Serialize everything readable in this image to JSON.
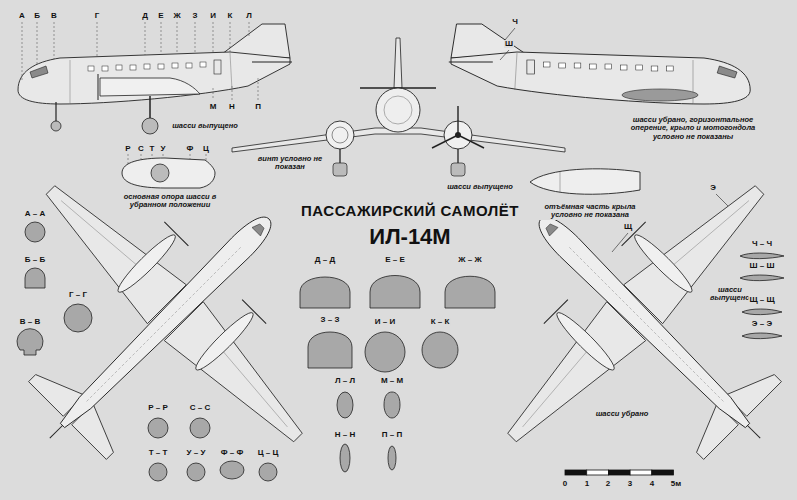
{
  "diagram": {
    "title": "ПАССАЖИРСКИЙ САМОЛЁТ",
    "labels": [
      "ИЛ-14М",
      "А",
      "Б",
      "В",
      "Г",
      "Д",
      "Е",
      "Ж",
      "З",
      "И",
      "К",
      "Л",
      "М",
      "Н",
      "П",
      "шасси выпущено",
      "винт условно не показан",
      "Ч",
      "Ш",
      "шасси убрано, горизонтальное оперение, крыло и мотогондола условно не показаны",
      "Р",
      "С",
      "Т",
      "У",
      "Ф",
      "Ц",
      "основная опора шасси в убранном положении",
      "шасси выпущено",
      "отъёмная часть крыла условно не показана",
      "Щ",
      "Э",
      "шасси выпущено",
      "шасси убрано",
      "А – А",
      "Б – Б",
      "В – В",
      "Г – Г",
      "Д – Д",
      "Е – Е",
      "Ж – Ж",
      "З – З",
      "И – И",
      "К – К",
      "Л – Л",
      "М – М",
      "Н – Н",
      "П – П",
      "Р – Р",
      "С – С",
      "Т – Т",
      "У – У",
      "Ф – Ф",
      "Ц – Ц",
      "Ч – Ч",
      "Ш – Ш",
      "Щ – Щ",
      "Э – Э",
      "0",
      "1",
      "2",
      "3",
      "4",
      "5м"
    ]
  }
}
